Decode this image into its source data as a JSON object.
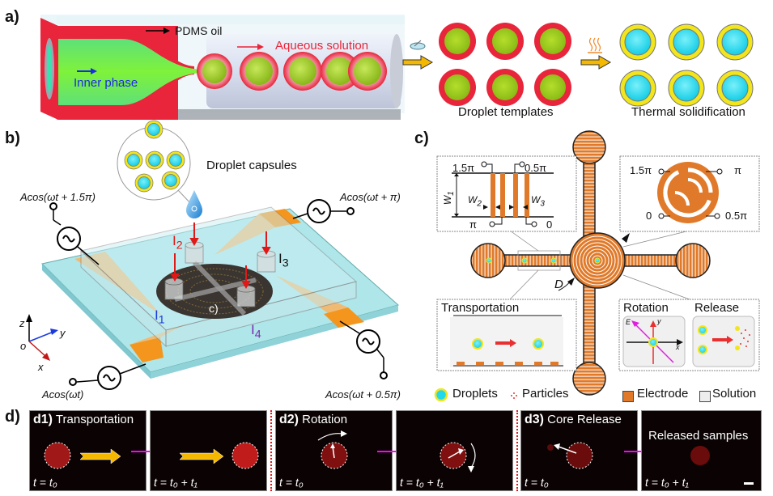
{
  "panels": {
    "a": {
      "label": "a)",
      "pdms": "PDMS oil",
      "inner": "Inner phase",
      "aqueous": "Aqueous solution",
      "templates": "Droplet templates",
      "solid": "Thermal solidification"
    },
    "b": {
      "label": "b)",
      "capsules": "Droplet capsules",
      "sig_tl": "Acos(ωt + 1.5π)",
      "sig_tr": "Acos(ωt + π)",
      "sig_bl": "Acos(ωt)",
      "sig_br": "Acos(ωt + 0.5π)",
      "inlets": [
        "I",
        "I",
        "I",
        "I"
      ],
      "inlet_subs": [
        "1",
        "2",
        "3",
        "4"
      ],
      "c_ref": "c)",
      "axes": {
        "z": "z",
        "y": "y",
        "x": "x",
        "o": "o"
      }
    },
    "c": {
      "label": "c)",
      "inset_tl": {
        "p15": "1.5π",
        "p05": "0.5π",
        "pi": "π",
        "zero": "0",
        "w1": "W",
        "w1_sub": "1",
        "w2": "W",
        "w2_sub": "2",
        "w3": "W",
        "w3_sub": "3"
      },
      "inset_tr": {
        "p15": "1.5π",
        "pi": "π",
        "zero": "0",
        "p05": "0.5π"
      },
      "d_label": "D",
      "transport": "Transportation",
      "rotation": "Rotation",
      "release": "Release",
      "e_label": "E",
      "x_label": "x",
      "y_label": "y",
      "legend": [
        "Droplets",
        "Particles",
        "Electrode",
        "Solution"
      ]
    },
    "d": {
      "label": "d)",
      "frames": [
        {
          "id": "d1)",
          "title": "Transportation",
          "time": "t = t₀"
        },
        {
          "id": "",
          "title": "",
          "time": "t = t₀ + t₁"
        },
        {
          "id": "d2)",
          "title": "Rotation",
          "time": "t = t₀"
        },
        {
          "id": "",
          "title": "",
          "time": "t = t₀ + t₁"
        },
        {
          "id": "d3)",
          "title": "Core Release",
          "time": "t = t₀"
        },
        {
          "id": "",
          "title": "Released samples",
          "time": "t = t₀ + t₁"
        }
      ]
    }
  },
  "colors": {
    "red_shell": "#e8253a",
    "green_core": "#8ec21a",
    "yellow_shell": "#f2e51c",
    "cyan_core": "#22d8ec",
    "electrode": "#e07a2a",
    "glass": "#aee6ea",
    "magenta": "#ff00ff",
    "arrow_yellow": "#f5b800"
  }
}
